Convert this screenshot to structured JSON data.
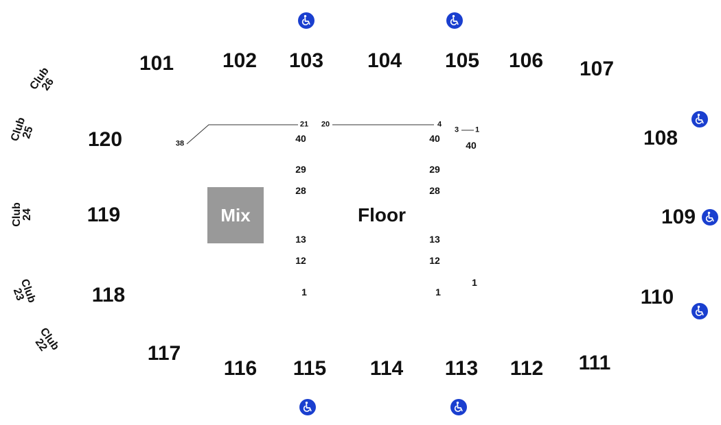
{
  "sections": [
    "101",
    "102",
    "103",
    "104",
    "105",
    "106",
    "107",
    "108",
    "109",
    "110",
    "111",
    "112",
    "113",
    "114",
    "115",
    "116",
    "117",
    "118",
    "119",
    "120"
  ],
  "clubs": [
    {
      "word": "Club",
      "num": "26"
    },
    {
      "word": "Club",
      "num": "25"
    },
    {
      "word": "Club",
      "num": "24"
    },
    {
      "word": "Club",
      "num": "23"
    },
    {
      "word": "Club",
      "num": "22"
    }
  ],
  "floor_label": "Floor",
  "mix_label": "Mix",
  "rows": {
    "left_tail": "38",
    "left_top_a": "21",
    "left_top_b": "20",
    "left_col": [
      "40",
      "29",
      "28",
      "13",
      "12",
      "1"
    ],
    "right_top": "4",
    "right_col": [
      "40",
      "29",
      "28",
      "13",
      "12",
      "1"
    ],
    "right_small_a": "3",
    "right_small_b": "1",
    "right_small_40": "40",
    "right_small_1": "1"
  },
  "accessible_icon": "wheelchair-icon",
  "colors": {
    "accessible": "#1a3fcf",
    "mix_box": "#999999",
    "text": "#111111"
  }
}
